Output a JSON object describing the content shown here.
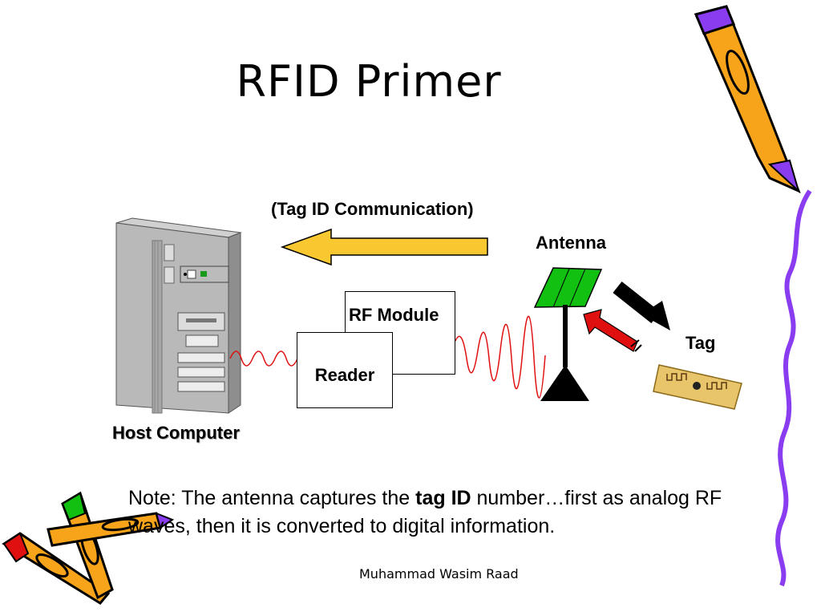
{
  "slide": {
    "title": "RFID Primer",
    "communication_label": "(Tag ID Communication)",
    "labels": {
      "antenna": "Antenna",
      "rf_module": "RF Module",
      "reader": "Reader",
      "tag": "Tag",
      "host_computer": "Host Computer"
    },
    "note": {
      "before": "Note: The antenna captures the ",
      "bold": "tag ID",
      "after": " number…first as analog RF waves, then it is converted to digital information."
    },
    "footer": "Muhammad Wasim Raad"
  },
  "colors": {
    "arrow_yellow": "#f9c830",
    "antenna_green": "#12c012",
    "signal_red": "#e01010",
    "tag_gold": "#e8c46a",
    "pencil_orange": "#f7a41a",
    "purple_line": "#8a3cf0"
  },
  "icons": [
    "computer-tower-icon",
    "tag-chip-icon",
    "pencil-icon"
  ]
}
